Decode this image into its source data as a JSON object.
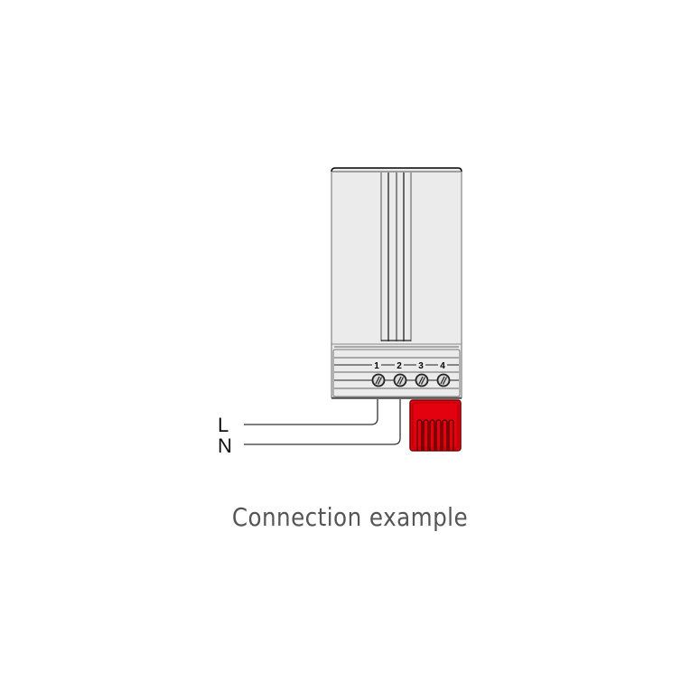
{
  "diagram": {
    "caption": "Connection example",
    "wires": {
      "L": "L",
      "N": "N"
    },
    "terminals": [
      "1",
      "2",
      "3",
      "4"
    ],
    "colors": {
      "housing": "#ebebeb",
      "outline": "#333333",
      "knob": "#e3000f",
      "knob_dark": "#8b0000",
      "caption": "#555555"
    }
  }
}
